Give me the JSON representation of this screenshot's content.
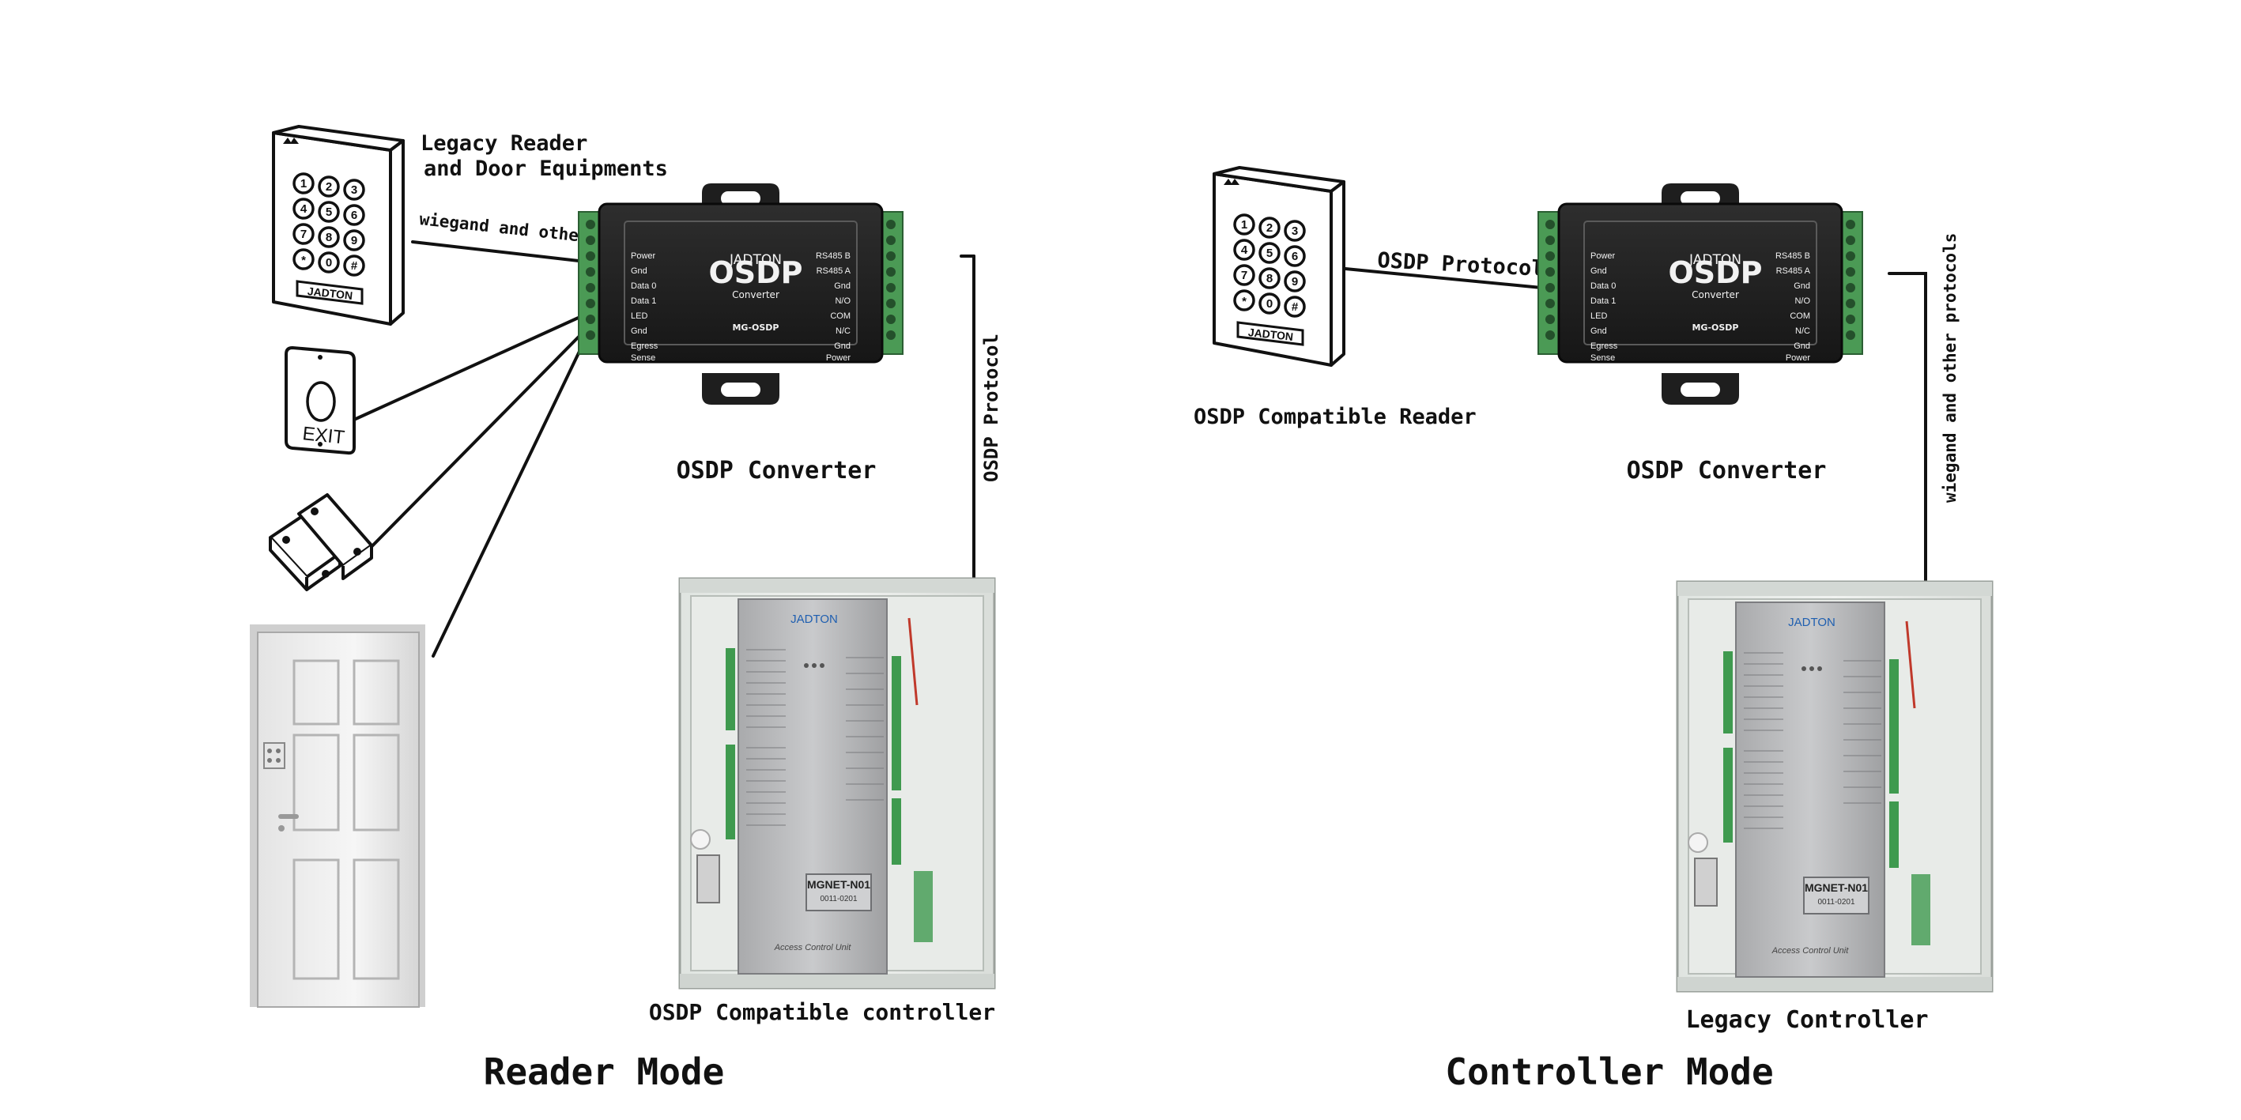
{
  "diagram": {
    "reader_mode": {
      "title": "Reader Mode",
      "legacy_reader_label_line1": "Legacy Reader",
      "legacy_reader_label_line2": "and Door Equipments",
      "wiegand_link_label": "wiegand and other protocols",
      "converter_label": "OSDP Converter",
      "osdp_link_label": "OSDP Protocol",
      "controller_label": "OSDP Compatible controller",
      "exit_button_text": "EXIT"
    },
    "controller_mode": {
      "title": "Controller Mode",
      "reader_label": "OSDP Compatible Reader",
      "osdp_link_label": "OSDP Protocol",
      "converter_label": "OSDP Converter",
      "wiegand_link_label": "wiegand and other protocols",
      "controller_label": "Legacy Controller"
    },
    "converter_device": {
      "brand": "JADTON",
      "product": "OSDP",
      "subtitle": "Converter",
      "model": "MG-OSDP",
      "left_pins": [
        "Power",
        "Gnd",
        "Data 0",
        "Data 1",
        "LED",
        "Gnd",
        "Egress",
        "Sense"
      ],
      "right_pins": [
        "RS485 B",
        "RS485 A",
        "Gnd",
        "N/O",
        "COM",
        "N/C",
        "Gnd",
        "Power"
      ]
    },
    "reader_device": {
      "brand": "JADTON",
      "keys": [
        "1",
        "2",
        "3",
        "4",
        "5",
        "6",
        "7",
        "8",
        "9",
        "*",
        "0",
        "#"
      ]
    },
    "controller_device": {
      "brand": "JADTON",
      "model": "MGNET-N01",
      "serial": "0011-0201",
      "footer": "Access Control Unit"
    }
  }
}
